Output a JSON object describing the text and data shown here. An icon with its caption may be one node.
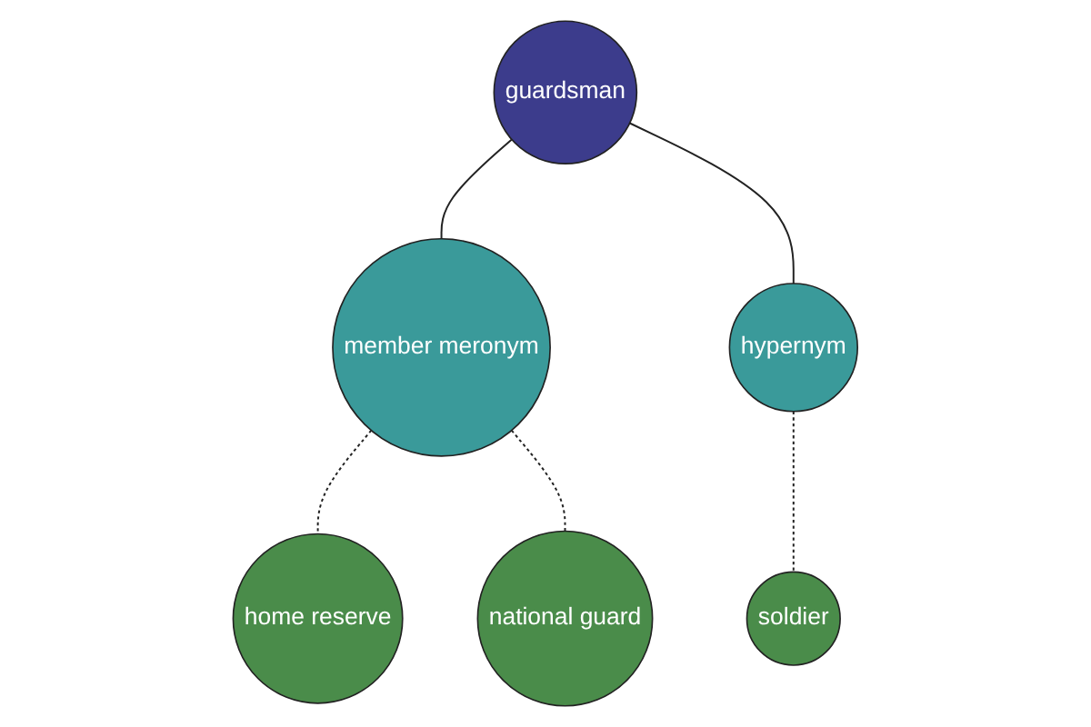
{
  "diagram": {
    "nodes": [
      {
        "text": [
          "guardsman"
        ]
      },
      {
        "text": [
          "member meronym"
        ]
      },
      {
        "text": [
          "hypernym"
        ]
      },
      {
        "text": [
          "home reserve"
        ]
      },
      {
        "text": [
          "national guard"
        ]
      },
      {
        "text": [
          "soldier"
        ]
      }
    ],
    "edges": [
      {
        "from": 0,
        "to": 1,
        "arrow": "none"
      },
      {
        "from": 0,
        "to": 2,
        "arrow": "none"
      },
      {
        "from": 1,
        "to": 3,
        "arrow": "none",
        "style": "dashed"
      },
      {
        "from": 1,
        "to": 4,
        "arrow": "none",
        "style": "dashed"
      },
      {
        "from": 2,
        "to": 5,
        "arrow": "none",
        "style": "dashed"
      }
    ]
  }
}
